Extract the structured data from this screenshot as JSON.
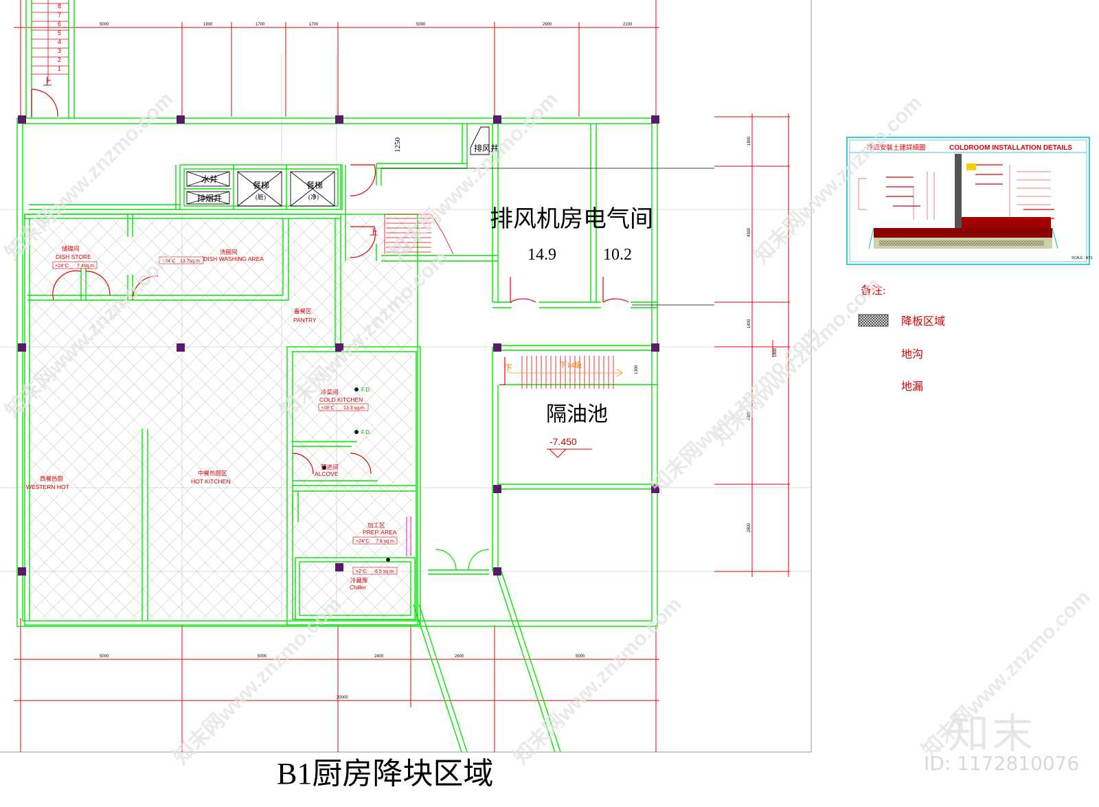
{
  "drawing_title": "B1厨房降块区域",
  "stair_numbers": [
    "8",
    "7",
    "6",
    "5",
    "4",
    "3",
    "2",
    "1"
  ],
  "stair_up_label": "上",
  "exhaust_shaft": "排风井",
  "dim_1250": "1250",
  "shafts": {
    "water": "水井",
    "smoke": "排烟井"
  },
  "lifts": [
    {
      "name": "餐梯",
      "note": "(脏)"
    },
    {
      "name": "餐梯",
      "note": "(净)"
    }
  ],
  "rooms": {
    "dish_store": {
      "cn": "储碟间",
      "en": "DISH STORE",
      "temp": "+24°C",
      "area": "7.4sq.m."
    },
    "dish_washing": {
      "cn": "洗碗间",
      "en": "DISH WASHING AREA",
      "temp": "+24°C",
      "area": "13.7sq.m."
    },
    "pantry": {
      "cn": "备餐区",
      "en": "PANTRY"
    },
    "cold_kitchen": {
      "cn": "冷菜间",
      "en": "COLD KITCHEN",
      "temp": "+18°C",
      "area": "13.3 sq.m.",
      "fd": "F.D."
    },
    "alcove": {
      "cn": "预进间",
      "en": "ALCOVE"
    },
    "western_hot": {
      "cn": "西餐热厨",
      "en": "WESTERN HOT"
    },
    "hot_kitchen": {
      "cn": "中餐热厨区",
      "en": "HOT KITCHEN"
    },
    "prep_area": {
      "cn": "加工区",
      "en": "PREP. AREA",
      "temp": "+24°C",
      "area": "7.6 sq.m."
    },
    "chiller": {
      "cn": "冷藏库",
      "en": "Chiller",
      "temp": "+2°C",
      "area": "6.5 sq.m."
    }
  },
  "fan_room": {
    "label": "排风机房电气间",
    "value_left": "14.9",
    "value_right": "10.2"
  },
  "grease_trap": {
    "label": "隔油池",
    "level": "-7.450"
  },
  "stair_down": {
    "label": "下",
    "steps": "下14级"
  },
  "dims_top": [
    "5000",
    "1900",
    "1700",
    "1700",
    "5000",
    "2900",
    "2100"
  ],
  "dims_bottom": [
    "5000",
    "5000",
    "2400",
    "2600",
    "5000"
  ],
  "dim_total": "20000",
  "dims_right": [
    "1800",
    "4300",
    "1400",
    "4300",
    "2800"
  ],
  "dim_side": "1800",
  "dim_small": "1300",
  "coldroom": {
    "title_cn": "冷庫安裝土建詳細圖",
    "title_en": "COLDROOM INSTALLATION DETAILS",
    "scale": "SCALE : NTS"
  },
  "legend": {
    "heading": "备注:",
    "items": [
      "降板区域",
      "地沟",
      "地漏"
    ]
  },
  "brand": "知末",
  "id_text": "ID: 1172810076",
  "watermark": "知末网www.znzmo.com",
  "colors": {
    "wall": "#00e600",
    "grid": "#e00000",
    "label": "#d40000",
    "cyan": "#00b7c8"
  }
}
